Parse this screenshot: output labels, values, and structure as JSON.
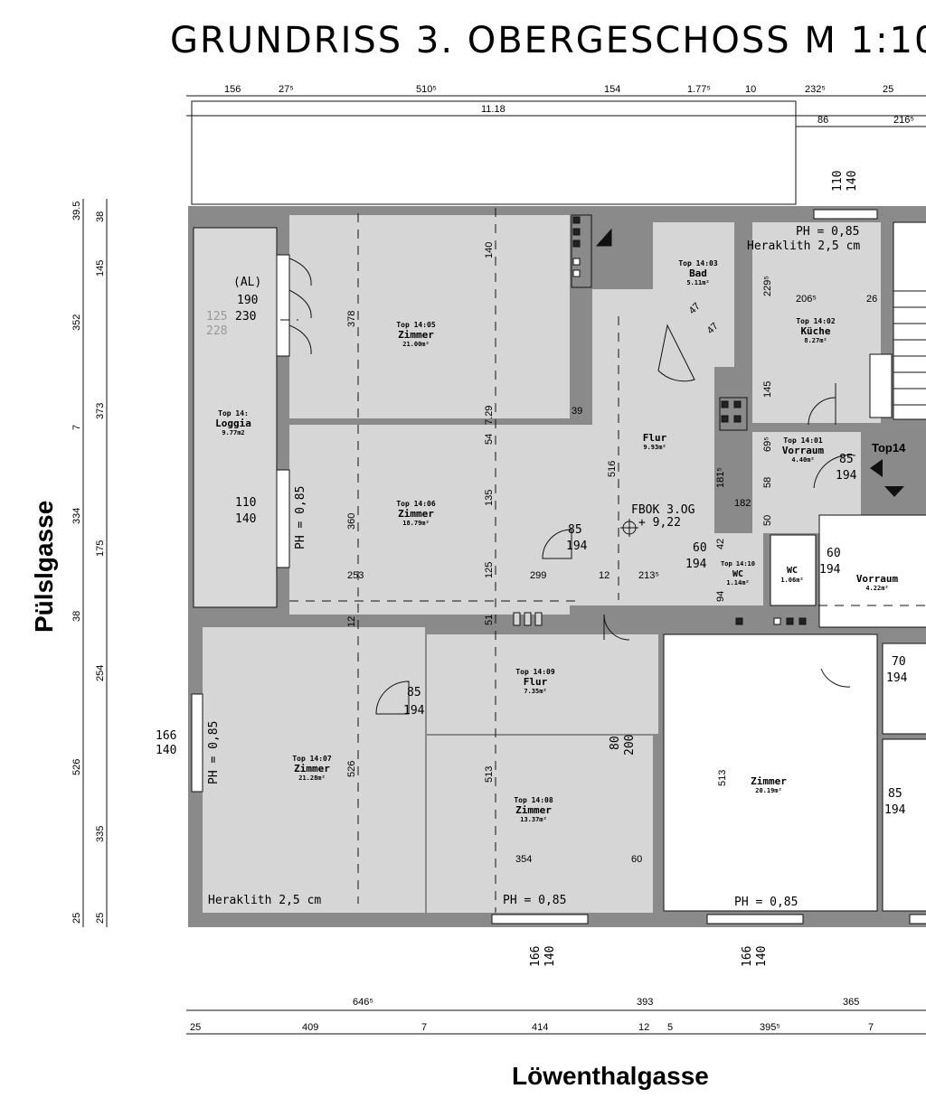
{
  "title": "GRUNDRISS 3. OBERGESCHOSS  M 1:10",
  "streets": {
    "left": "Pülslgasse",
    "bottom": "Löwenthalgasse"
  },
  "colors": {
    "floor": "#d6d6d6",
    "wall": "#8a8a8a",
    "ink": "#111111",
    "paper": "#ffffff"
  },
  "top_dims": {
    "row1": [
      "156",
      "27⁵",
      "510⁵",
      "154",
      "1.77⁵",
      "10",
      "232⁵",
      "25"
    ],
    "row2": [
      "11.18",
      "86",
      "216⁵"
    ]
  },
  "left_dims": {
    "outer": [
      "39.5",
      "352",
      "7",
      "334",
      "38",
      "526",
      "25"
    ],
    "inner": [
      "38",
      "145",
      "373",
      "175",
      "254",
      "335",
      "25"
    ]
  },
  "bottom_dims": {
    "row1": [
      "646⁵",
      "393",
      "365"
    ],
    "row2": [
      "25",
      "409",
      "7",
      "414",
      "12",
      "5",
      "395⁵",
      "7"
    ]
  },
  "rooms": [
    {
      "top": "Top 14:05",
      "name": "Zimmer",
      "area": "21.00m²"
    },
    {
      "top": "Top 14:06",
      "name": "Zimmer",
      "area": "18.79m²"
    },
    {
      "top": "Top 14:07",
      "name": "Zimmer",
      "area": "21.28m²"
    },
    {
      "top": "Top 14:08",
      "name": "Zimmer",
      "area": "13.37m²"
    },
    {
      "top": "Top 14:09",
      "name": "Flur",
      "area": "7.35m²"
    },
    {
      "top": "Top 14:03",
      "name": "Bad",
      "area": "5.11m²"
    },
    {
      "top": "Top 14:02",
      "name": "Küche",
      "area": "8.27m²"
    },
    {
      "top": "Top 14:01",
      "name": "Vorraum",
      "area": "4.40m²"
    },
    {
      "top": "",
      "name": "Flur",
      "area": "9.93m²"
    },
    {
      "top": "Top 14:",
      "name": "Loggia",
      "area": "9.77m2"
    },
    {
      "top": "Top 14:10",
      "name": "WC",
      "area": "1.14m²"
    },
    {
      "top": "",
      "name": "WC",
      "area": "1.06m²"
    },
    {
      "top": "",
      "name": "Vorraum",
      "area": "4.22m²"
    },
    {
      "top": "",
      "name": "Zimmer",
      "area": "20.19m²"
    }
  ],
  "notes": {
    "ph": "PH = 0,85",
    "heraklith": "Heraklith 2,5 cm",
    "fbok_a": "FBOK 3.OG",
    "fbok_b": "+ 9,22",
    "top14": "Top14",
    "al": "(AL)",
    "n190": "190",
    "n230": "230",
    "n125": "125",
    "n228": "228",
    "n110": "110",
    "n140": "140",
    "n166": "166",
    "n85": "85",
    "n194": "194",
    "n80": "80",
    "n200": "200",
    "n60": "60",
    "n70": "70"
  },
  "inner_dims": [
    "378",
    "140",
    "360",
    "135",
    "125",
    "54",
    "7.29",
    "39",
    "516",
    "513",
    "526",
    "513",
    "354",
    "60",
    "253",
    "299",
    "12",
    "213⁵",
    "229⁵",
    "206⁵",
    "26",
    "145",
    "181⁵",
    "182",
    "58",
    "50",
    "94",
    "42",
    "51",
    "12",
    "47",
    "47",
    "69⁵"
  ]
}
